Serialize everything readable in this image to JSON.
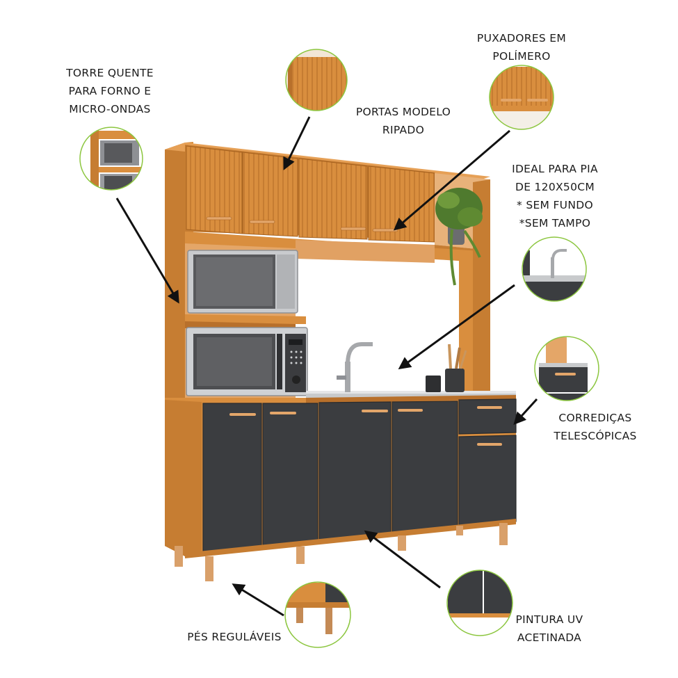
{
  "annotations": {
    "torre": [
      "TORRE QUENTE",
      "PARA FORNO E",
      "MICRO-ONDAS"
    ],
    "portas": [
      "PORTAS MODELO",
      "RIPADO"
    ],
    "puxadores": [
      "PUXADORES EM",
      "POLÍMERO"
    ],
    "pia": [
      "IDEAL PARA PIA",
      "DE 120X50CM",
      "* SEM FUNDO",
      "*SEM TAMPO"
    ],
    "corredicas": [
      "CORREDIÇAS",
      "TELESCÓPICAS"
    ],
    "pintura": [
      "PINTURA UV",
      "ACETINADA"
    ],
    "pes": [
      "PÉS REGULÁVEIS"
    ]
  },
  "colors": {
    "wood": "#d98e3e",
    "wood_dark": "#b8702b",
    "wood_edge": "#c67d32",
    "door_dark": "#3b3d40",
    "door_dark_edge": "#2a2b2d",
    "handle": "#e3a66a",
    "callout_ring": "#8cc63f",
    "arrow": "#111111"
  }
}
